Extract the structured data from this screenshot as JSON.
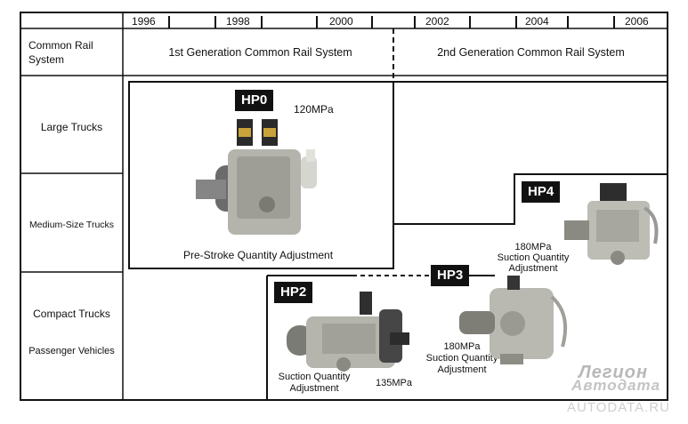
{
  "header": {
    "years": [
      "1996",
      "1998",
      "2000",
      "2002",
      "2004",
      "2006"
    ]
  },
  "rows": {
    "system": "Common Rail System",
    "large": "Large Trucks",
    "medium": "Medium-Size Trucks",
    "compact": "Compact Trucks",
    "passenger": "Passenger Vehicles"
  },
  "generations": {
    "first": "1st Generation Common Rail System",
    "second": "2nd Generation Common Rail System"
  },
  "pumps": {
    "hp0": {
      "label": "HP0",
      "pressure": "120MPa",
      "note": "Pre-Stroke Quantity Adjustment"
    },
    "hp2": {
      "label": "HP2",
      "pressure": "135MPa",
      "note_line1": "Suction Quantity",
      "note_line2": "Adjustment"
    },
    "hp3": {
      "label": "HP3",
      "pressure": "180MPa",
      "note_line1": "Suction Quantity",
      "note_line2": "Adjustment"
    },
    "hp4": {
      "label": "HP4",
      "pressure": "180MPa",
      "note_line1": "Suction Quantity",
      "note_line2": "Adjustment"
    }
  },
  "watermark": {
    "line1": "Легион",
    "line2": "Автодата",
    "line3": "AUTODATA.RU"
  }
}
